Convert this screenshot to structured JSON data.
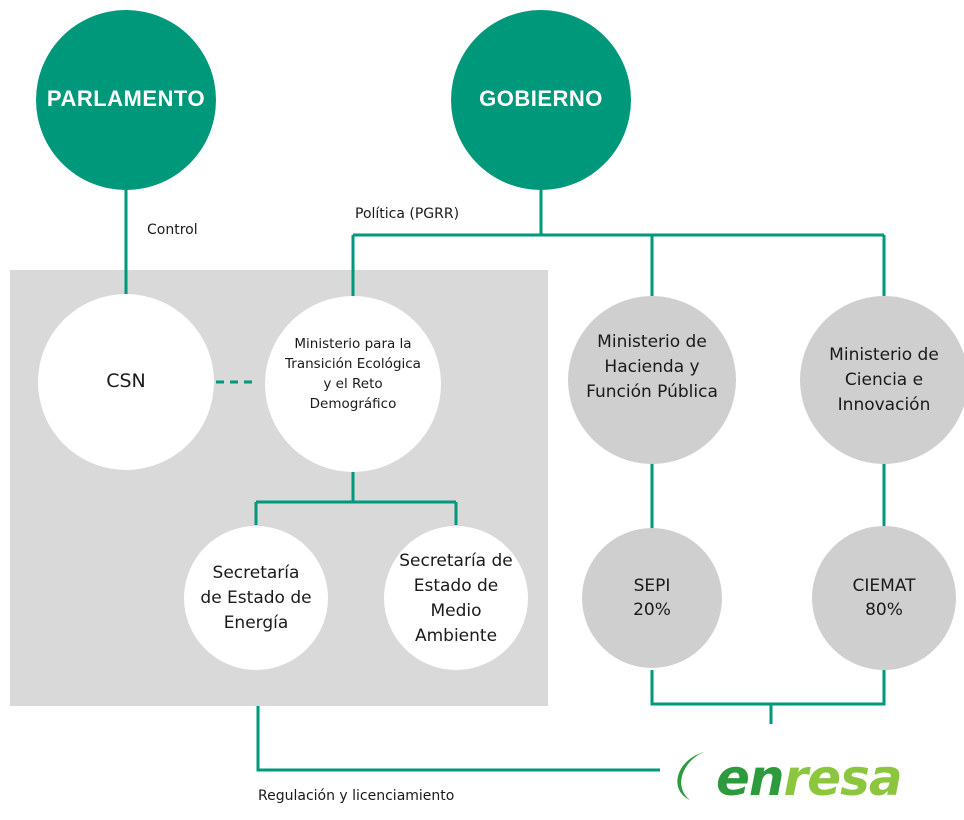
{
  "nodes": {
    "parlamento": "PARLAMENTO",
    "gobierno": "GOBIERNO",
    "csn": "CSN",
    "mitero": "Ministerio para la Transición Ecológica y el Reto Demográfico",
    "hacienda": "Ministerio de Hacienda y Función Pública",
    "ciencia": "Ministerio de Ciencia e Innovación",
    "energia": "Secretaría de Estado de Energía",
    "medio_ambiente": "Secretaría de Estado de Medio Ambiente",
    "sepi": "SEPI",
    "sepi_pct": "20%",
    "ciemat": "CIEMAT",
    "ciemat_pct": "80%"
  },
  "edges": {
    "control": "Control",
    "politica": "Política (PGRR)",
    "regulacion": "Regulación y licenciamiento"
  },
  "logo": {
    "part1": "en",
    "part2": "resa"
  },
  "colors": {
    "green": "#00987a",
    "grey_panel": "#d9d9d9",
    "grey_node": "#cfcfcf",
    "white_node": "#ffffff",
    "logo_dark": "#2e9a3e",
    "logo_light": "#8cc63f"
  }
}
